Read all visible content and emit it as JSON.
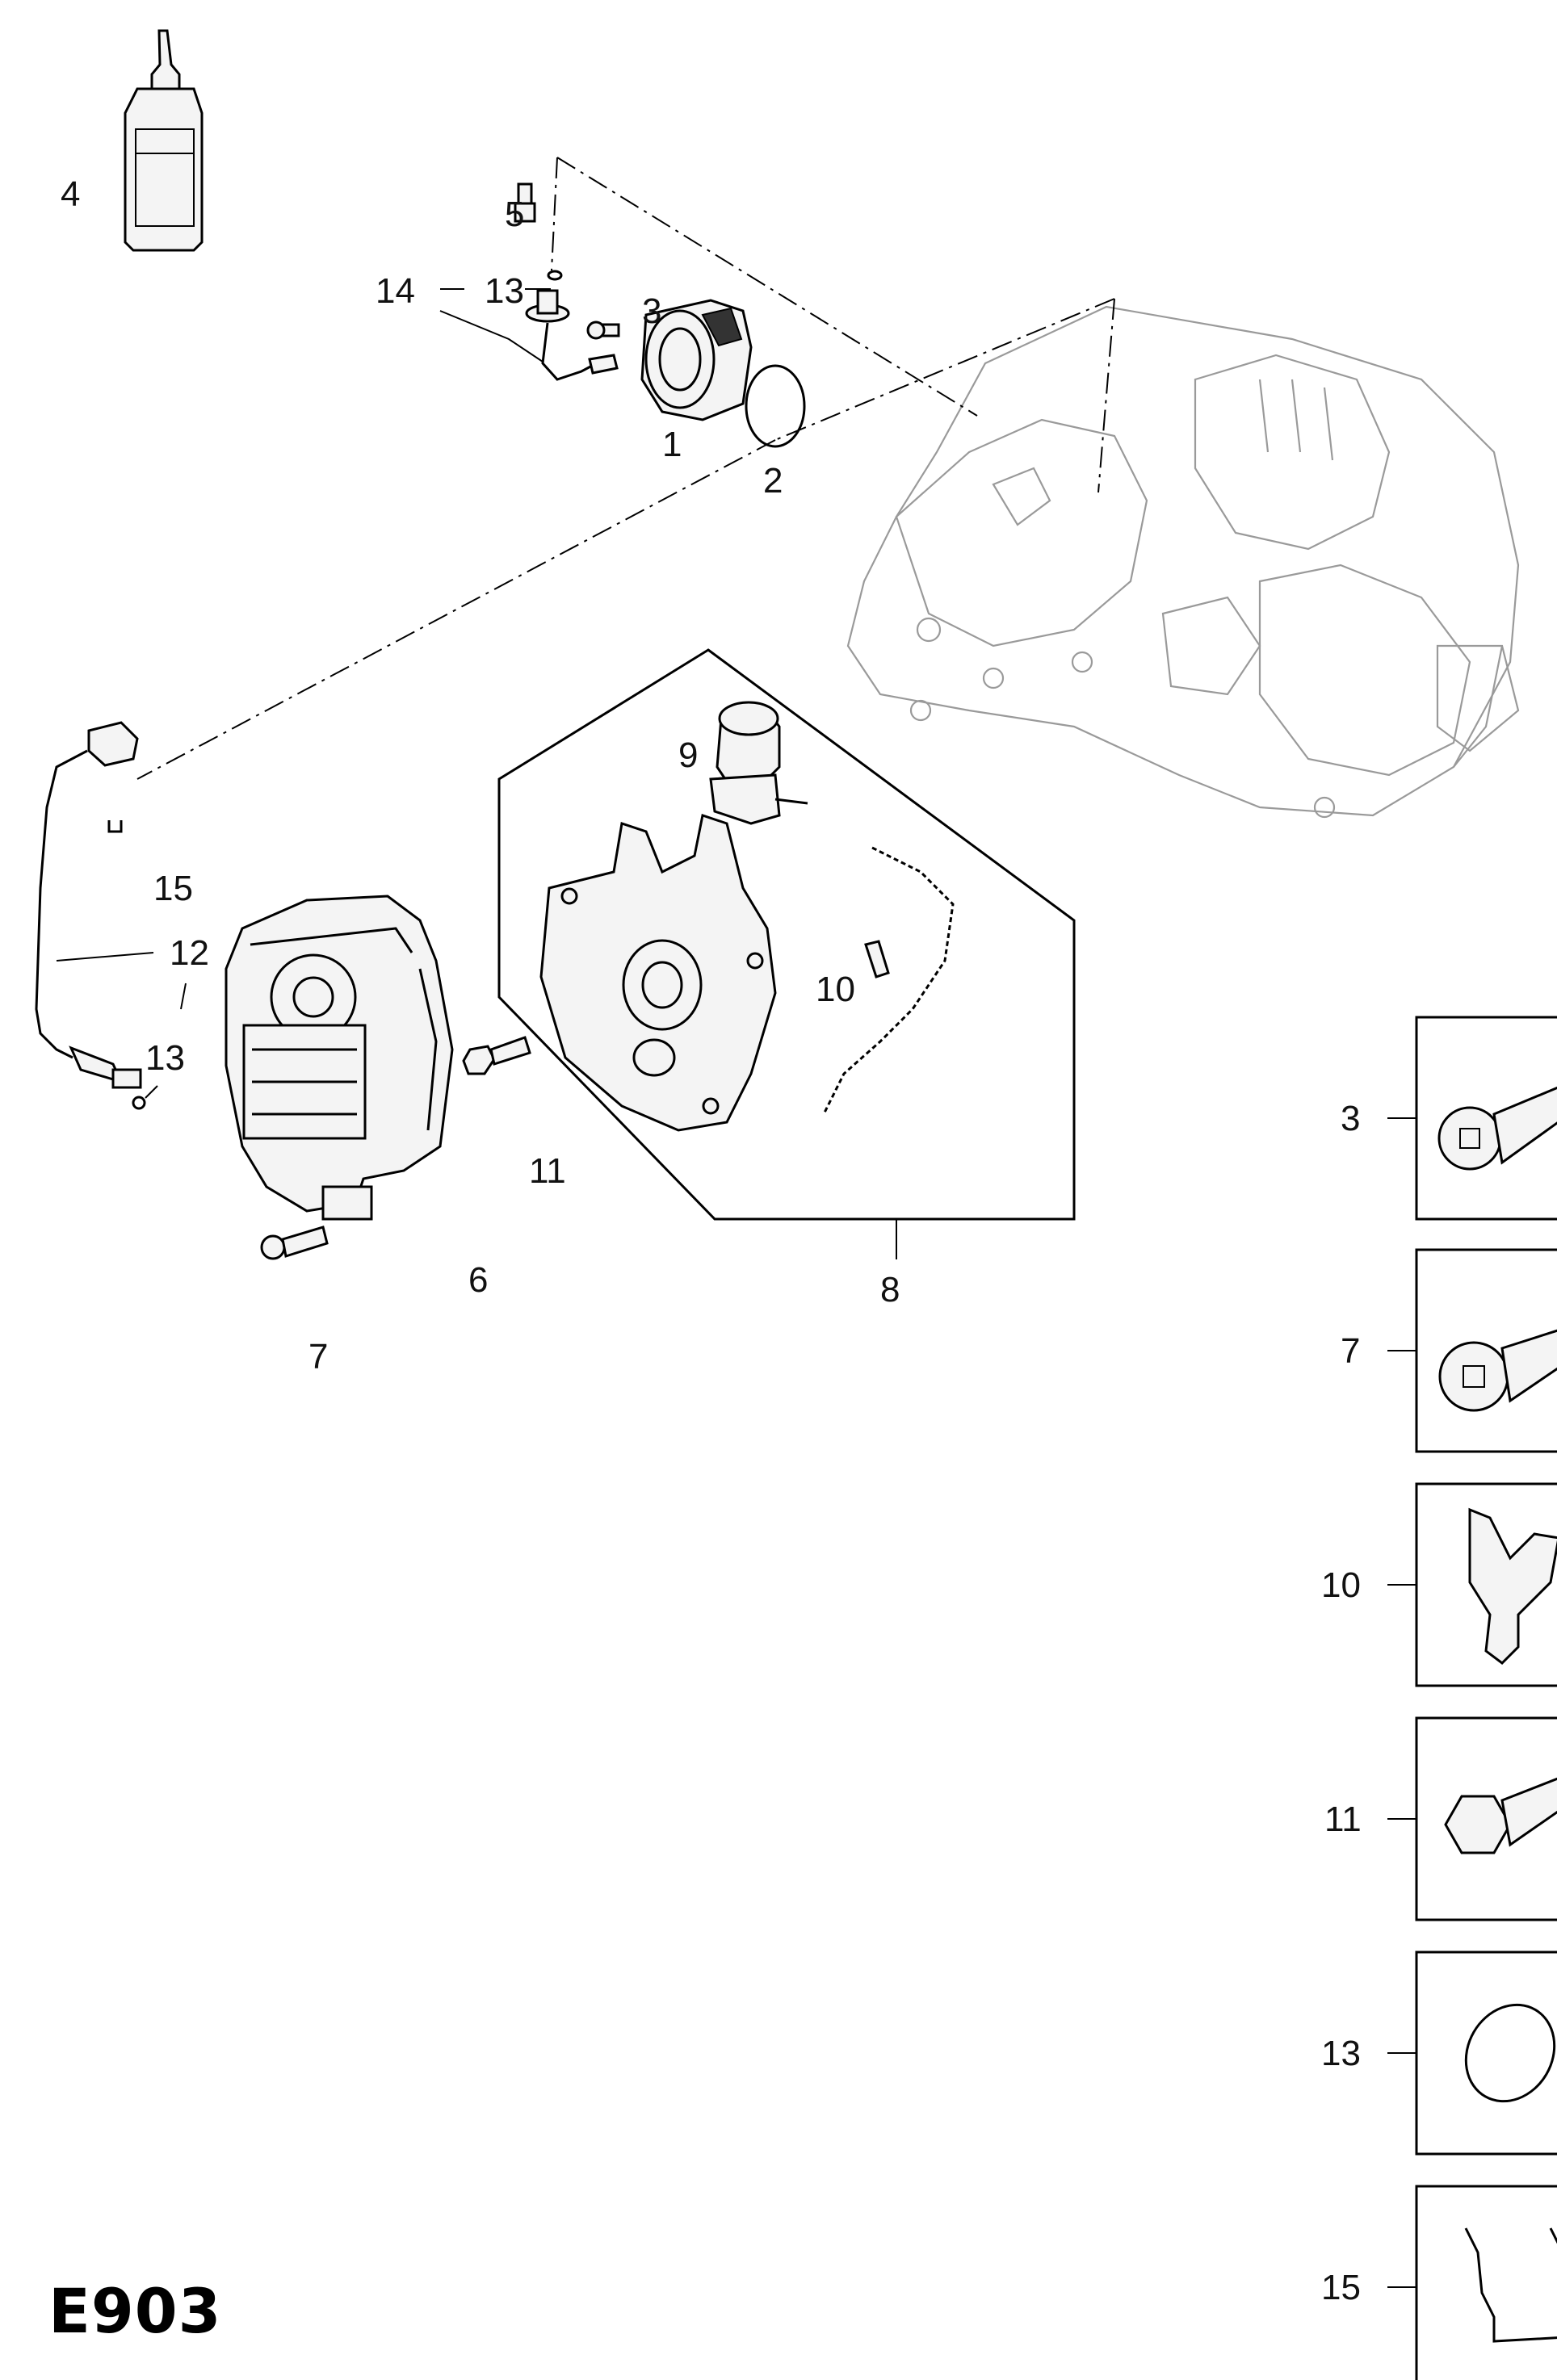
{
  "page_code": "E903",
  "callouts": {
    "c1": "1",
    "c2": "2",
    "c3": "3",
    "c4": "4",
    "c5": "5",
    "c6": "6",
    "c7": "7",
    "c8": "8",
    "c9": "9",
    "c10": "10",
    "c11": "11",
    "c12": "12",
    "c13a": "13",
    "c13b": "13",
    "c14": "14",
    "c15": "15"
  },
  "detail_boxes": [
    {
      "label": "3",
      "icon": "torx-screw-icon"
    },
    {
      "label": "7",
      "icon": "flanged-torx-bolt-icon"
    },
    {
      "label": "10",
      "icon": "clip-icon"
    },
    {
      "label": "11",
      "icon": "hex-bolt-icon"
    },
    {
      "label": "13",
      "icon": "seal-ring-icon"
    },
    {
      "label": "15",
      "icon": "retaining-clip-icon"
    }
  ]
}
